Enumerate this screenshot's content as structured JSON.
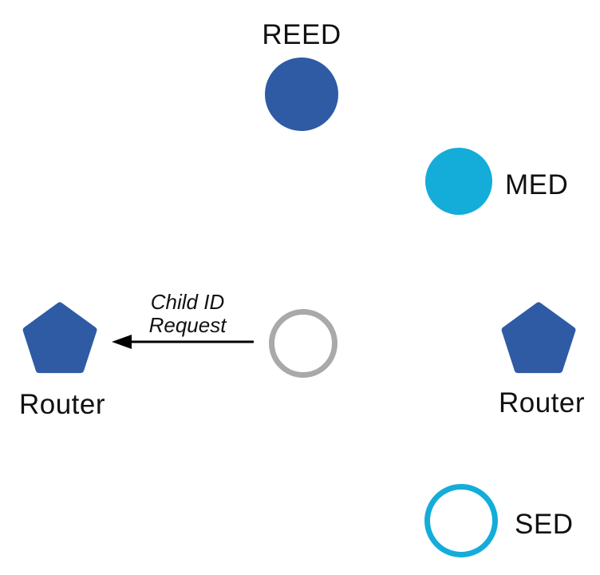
{
  "diagram": {
    "description": "Thread network topology diagram showing a joining device sending a Child ID Request to a Router",
    "colors": {
      "router_blue": "#2e5ba4",
      "end_device_cyan": "#14add9",
      "joining_gray": "#a9a9a9",
      "arrow_black": "#000000",
      "background_white": "#ffffff"
    },
    "nodes": {
      "reed": {
        "label": "REED",
        "shape": "filled-circle"
      },
      "med": {
        "label": "MED",
        "shape": "filled-circle"
      },
      "router_left": {
        "label": "Router",
        "shape": "pentagon"
      },
      "joining_device": {
        "shape": "outlined-circle"
      },
      "router_right": {
        "label": "Router",
        "shape": "pentagon"
      },
      "sed": {
        "label": "SED",
        "shape": "outlined-circle"
      }
    },
    "message": {
      "label": "Child ID\nRequest",
      "from": "joining_device",
      "to": "router_left"
    }
  }
}
